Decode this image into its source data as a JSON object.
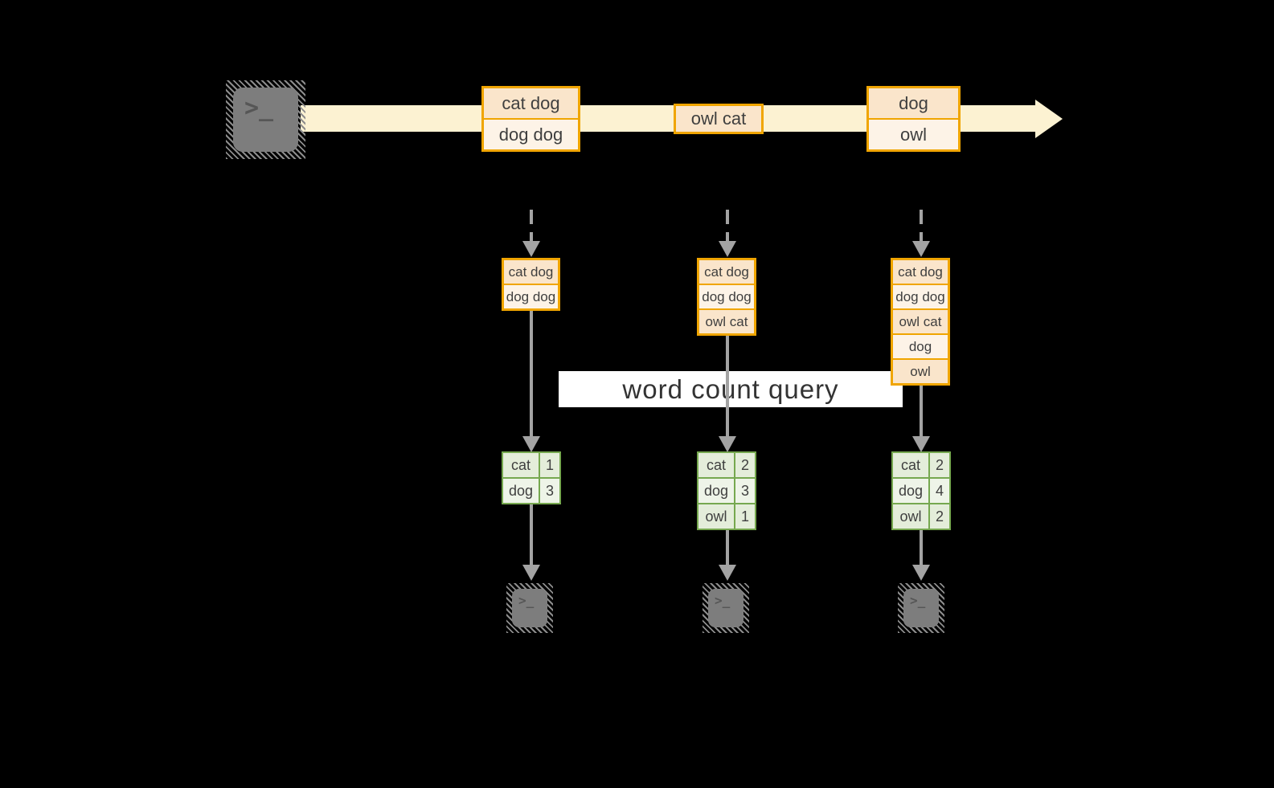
{
  "banner": {
    "label": "word count query"
  },
  "icons": {
    "terminal_glyph": ">_"
  },
  "colors": {
    "background": "#000000",
    "stream_band": "#FCF2D2",
    "batch_border": "#F0A500",
    "batch_fill_dark": "#FAE5CB",
    "batch_fill_light": "#FDF3E7",
    "table_border": "#76A84F",
    "table_fill_dark": "#E4EDDA",
    "table_fill_light": "#EEF4E8",
    "arrow_gray": "#A3A3A3",
    "terminal_gray": "#7F7F7F",
    "banner_bg": "#FFFFFF",
    "text": "#3F3F3F"
  },
  "stream": {
    "batches": [
      {
        "items": [
          "cat dog",
          "dog dog"
        ]
      },
      {
        "items": [
          "owl cat"
        ]
      },
      {
        "items": [
          "dog",
          "owl"
        ]
      }
    ]
  },
  "columns": [
    {
      "micro_batch": [
        "cat dog",
        "dog dog"
      ],
      "counts": [
        {
          "word": "cat",
          "count": "1"
        },
        {
          "word": "dog",
          "count": "3"
        }
      ]
    },
    {
      "micro_batch": [
        "cat dog",
        "dog dog",
        "owl cat"
      ],
      "counts": [
        {
          "word": "cat",
          "count": "2"
        },
        {
          "word": "dog",
          "count": "3"
        },
        {
          "word": "owl",
          "count": "1"
        }
      ]
    },
    {
      "micro_batch": [
        "cat dog",
        "dog dog",
        "owl cat",
        "dog",
        "owl"
      ],
      "counts": [
        {
          "word": "cat",
          "count": "2"
        },
        {
          "word": "dog",
          "count": "4"
        },
        {
          "word": "owl",
          "count": "2"
        }
      ]
    }
  ]
}
